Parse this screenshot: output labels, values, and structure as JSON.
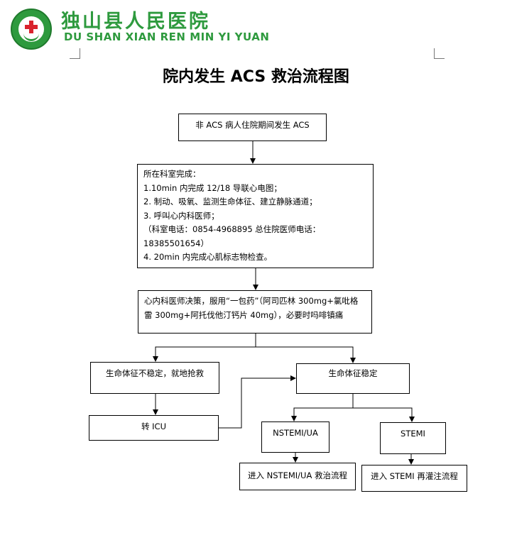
{
  "header": {
    "hospital_name_cn": "独山县人民医院",
    "hospital_name_en": "DU SHAN XIAN REN MIN YI YUAN",
    "logo_icon": "hospital-logo-icon"
  },
  "document": {
    "title": "院内发生 ACS 救治流程图"
  },
  "flowchart": {
    "start": "非 ACS 病人住院期间发生 ACS",
    "department_actions": {
      "heading": "所在科室完成：",
      "steps": [
        "1.10min 内完成 12/18 导联心电图；",
        "2.  制动、吸氧、监测生命体征、建立静脉通道；",
        "3.  呼叫心内科医师；",
        "（科室电话：0854-4968895 总住院医师电话：18385501654）",
        "4.  20min 内完成心肌标志物检查。"
      ]
    },
    "cardiology_decision": "心内科医师决策，服用“一包药”（阿司匹林 300mg+氯吡格雷 300mg+阿托伐他汀钙片 40mg），必要时吗啡镇痛",
    "unstable": "生命体征不稳定，就地抢救",
    "stable": "生命体征稳定",
    "transfer_icu": "转 ICU",
    "nstemi": "NSTEMI/UA",
    "stemi": "STEMI",
    "nstemi_flow": "进入 NSTEMI/UA 救治流程",
    "stemi_flow": "进入 STEMI 再灌注流程"
  }
}
